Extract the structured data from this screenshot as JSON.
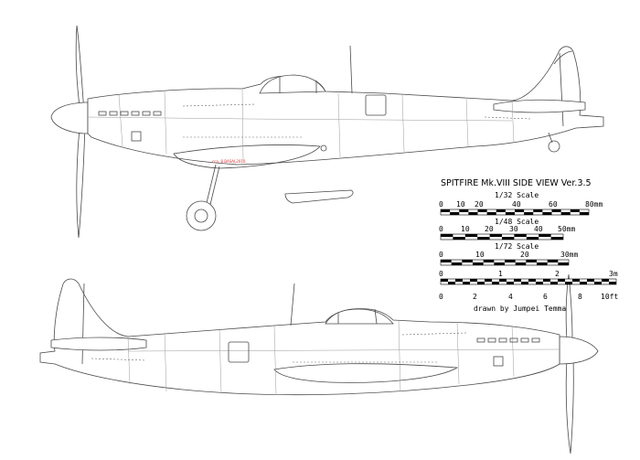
{
  "title": "SPITFIRE Mk.VIII SIDE VIEW Ver.3.5",
  "annotation": "cca. 8 BASAL2010",
  "credit": "drawn by Jumpei Temma",
  "scales": [
    {
      "label": "1/32 Scale",
      "ticks": [
        "0",
        "10",
        "20",
        "40",
        "60",
        "80mm"
      ]
    },
    {
      "label": "1/48 Scale",
      "ticks": [
        "0",
        "10",
        "20",
        "30",
        "40",
        "50mm"
      ]
    },
    {
      "label": "1/72 Scale",
      "ticks": [
        "0",
        "10",
        "20",
        "30mm"
      ]
    },
    {
      "label": "",
      "ticks": [
        "0",
        "1",
        "2",
        "3m"
      ]
    },
    {
      "label": "",
      "ticks": [
        "0",
        "2",
        "4",
        "6",
        "8",
        "10ft"
      ]
    }
  ],
  "colors": {
    "line": "#4a4a4a",
    "annotation": "#e03030",
    "bar": "#000000"
  }
}
